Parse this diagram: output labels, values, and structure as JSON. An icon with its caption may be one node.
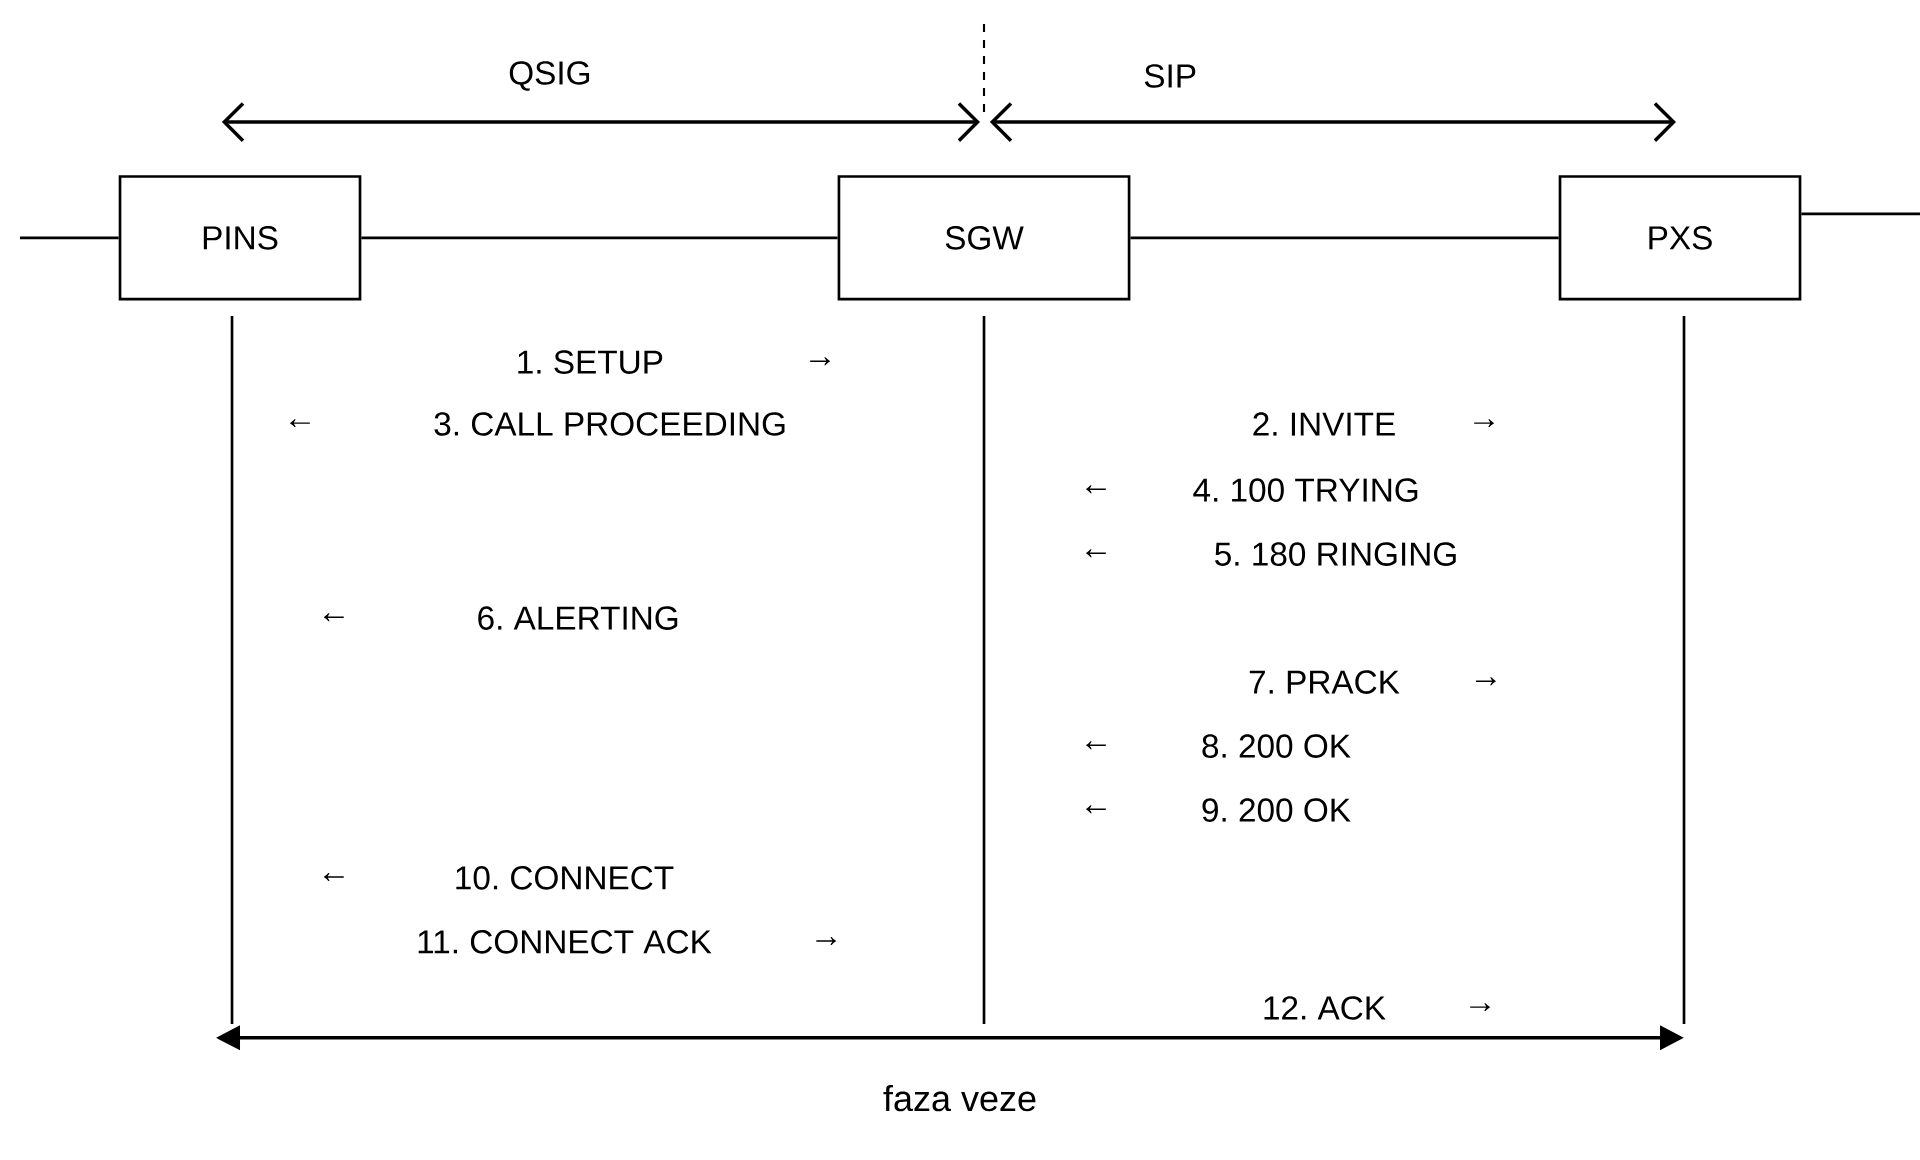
{
  "diagram": {
    "nodes": [
      {
        "text": [
          "PINS"
        ]
      },
      {
        "text": [
          "SGW"
        ]
      },
      {
        "text": [
          "PXS"
        ]
      }
    ],
    "edges": [
      {
        "from": null,
        "to": 0,
        "arrow": "none"
      },
      {
        "from": 0,
        "to": 1,
        "arrow": "none"
      },
      {
        "from": 1,
        "to": 2,
        "arrow": "none"
      },
      {
        "from": 2,
        "to": null,
        "arrow": "none"
      }
    ],
    "labels": [
      "QSIG",
      "SIP",
      "1. SETUP",
      "→",
      "←",
      "3. CALL PROCEEDING",
      "2. INVITE",
      "→",
      "←",
      "4. 100 TRYING",
      "←",
      "5. 180 RINGING",
      "←",
      "6. ALERTING",
      "7.  PRACK",
      "→",
      "←",
      "8.  200 OK",
      "←",
      "9.  200 OK",
      "←",
      "10. CONNECT",
      "11. CONNECT ACK",
      "→",
      "12. ACK",
      "→",
      "faza veze"
    ]
  }
}
